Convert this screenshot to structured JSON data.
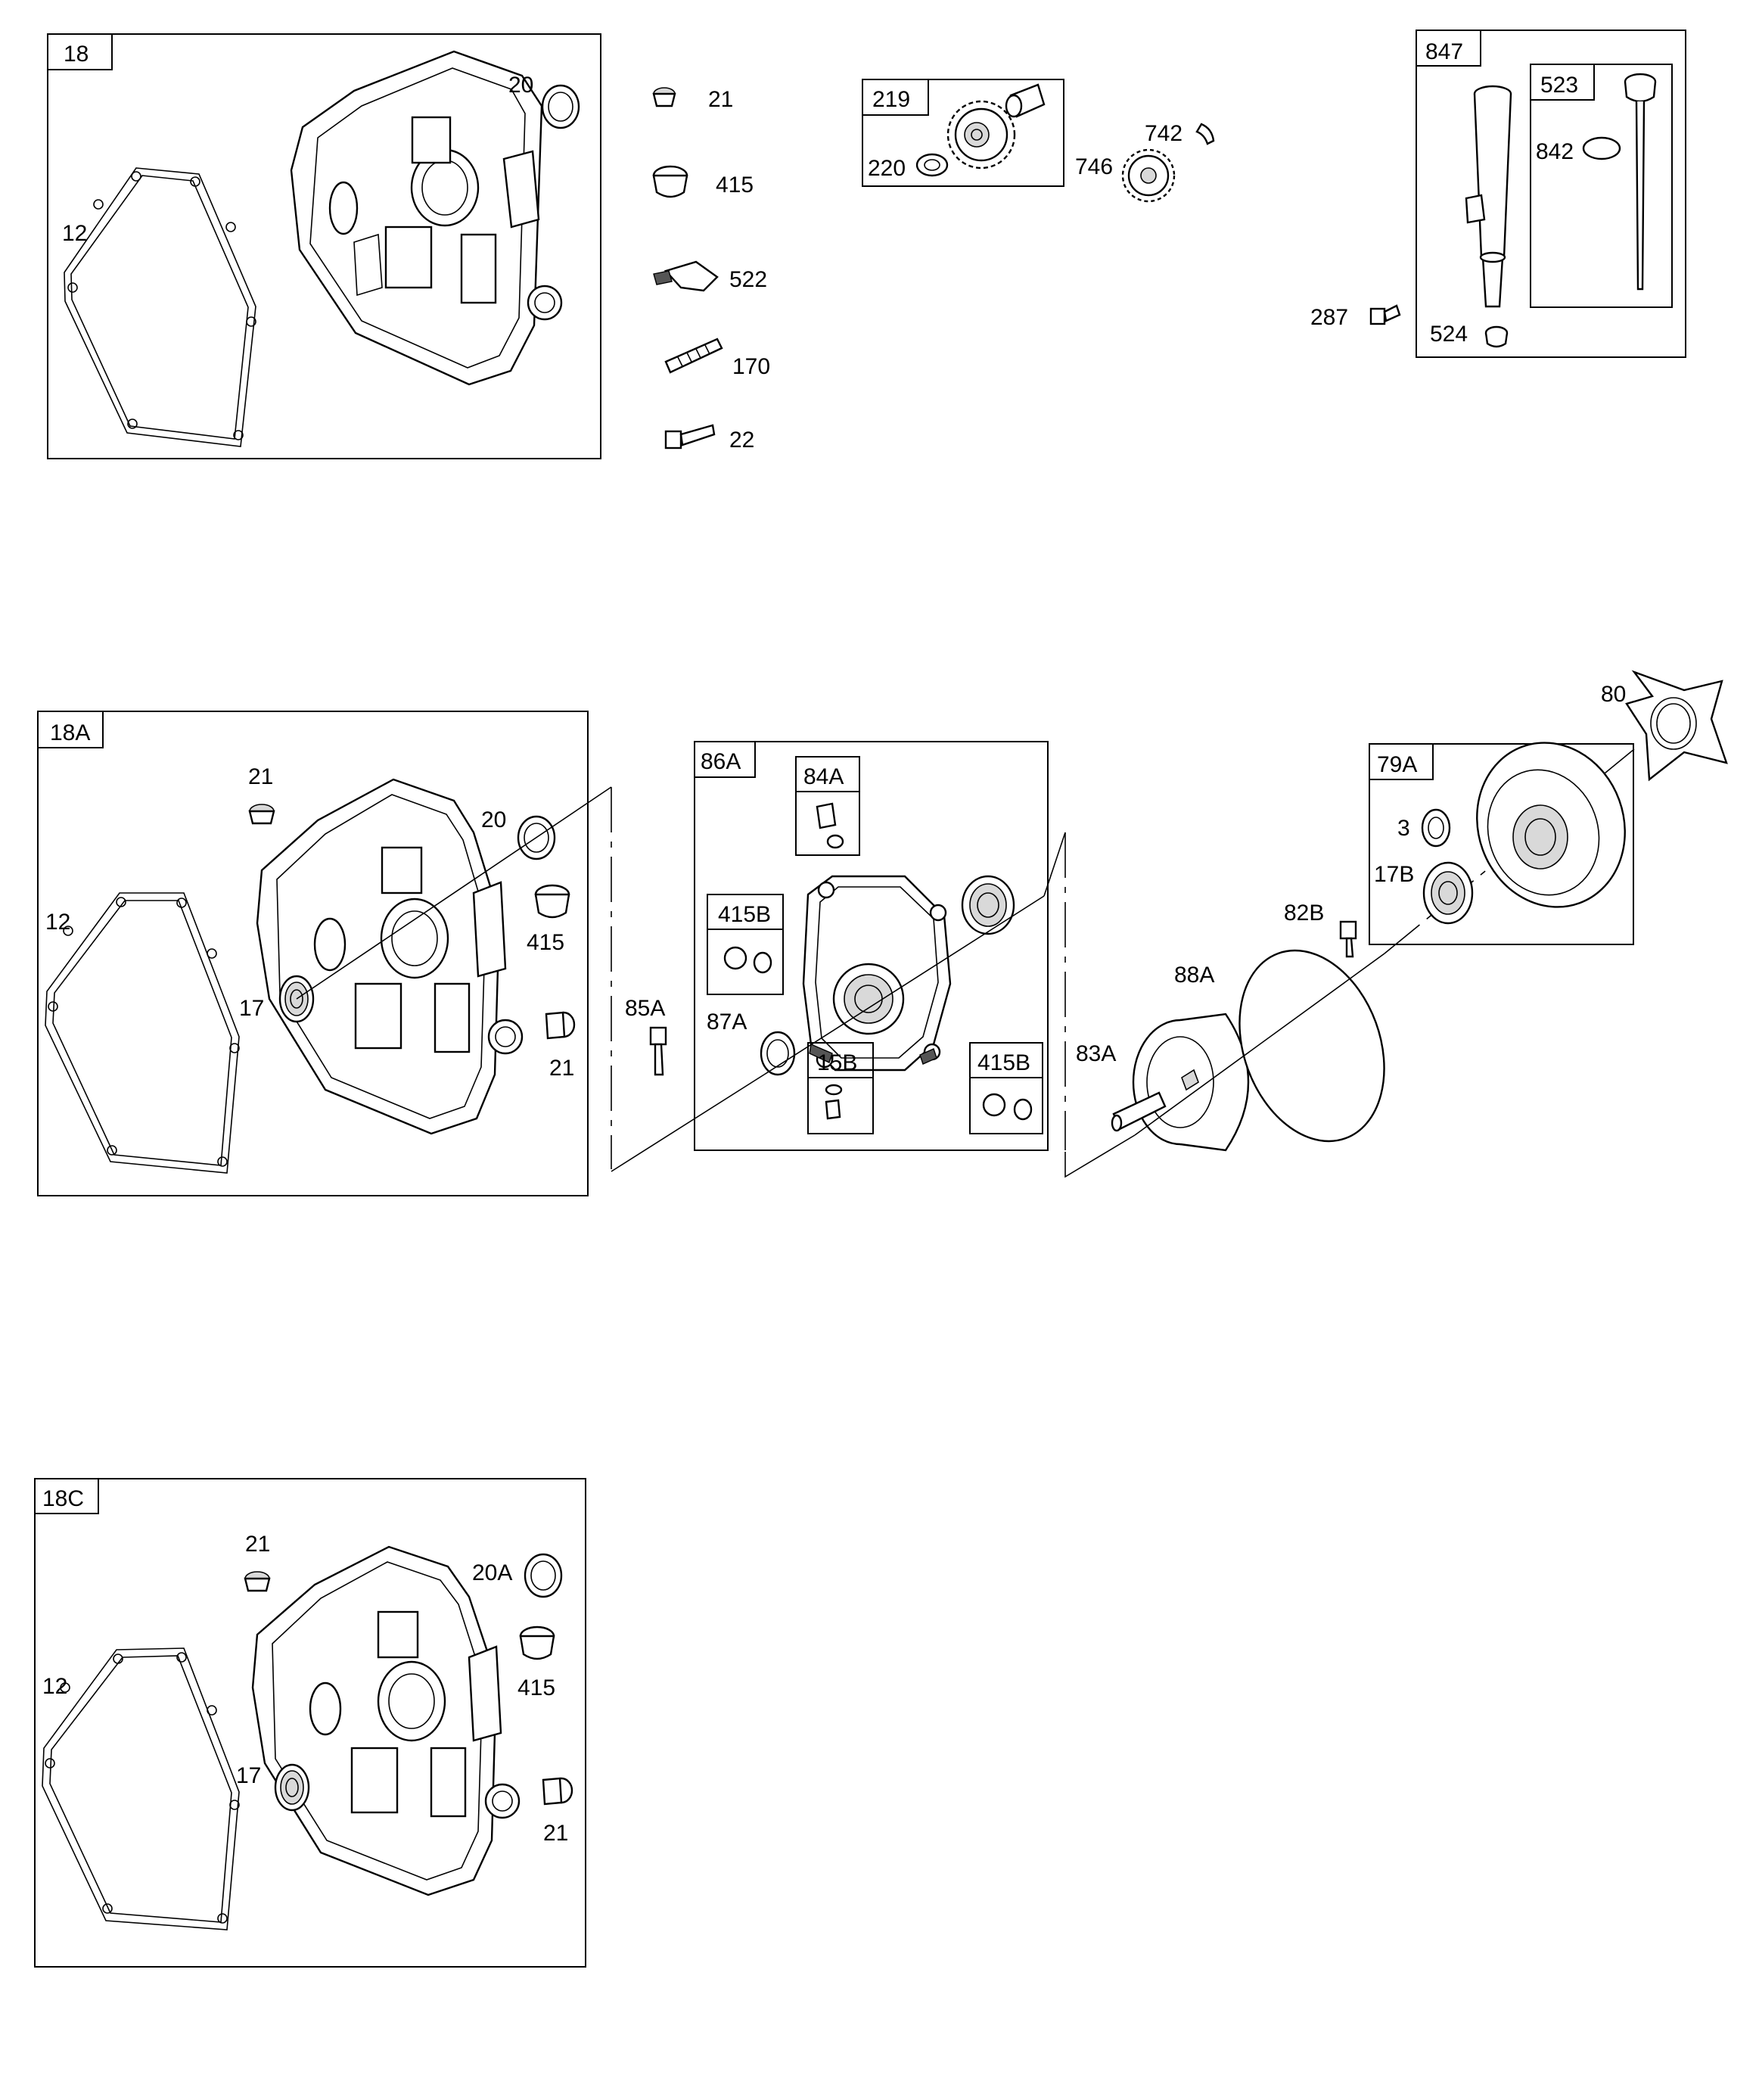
{
  "groups": {
    "g18": "18",
    "g219": "219",
    "g847": "847",
    "g523": "523",
    "g18a": "18A",
    "g86a": "86A",
    "g84a": "84A",
    "g415b_left": "415B",
    "g15b": "15B",
    "g415b_right": "415B",
    "g79a": "79A",
    "g18c": "18C"
  },
  "labels": {
    "p12_top": "12",
    "p20_top": "20",
    "p21_list": "21",
    "p415_list": "415",
    "p522": "522",
    "p170": "170",
    "p22": "22",
    "p220": "220",
    "p746": "746",
    "p742": "742",
    "p842": "842",
    "p287": "287",
    "p524": "524",
    "p21_18a": "21",
    "p20_18a": "20",
    "p12_18a": "12",
    "p415_18a": "415",
    "p17_18a": "17",
    "p21b_18a": "21",
    "p85a": "85A",
    "p87a": "87A",
    "p80": "80",
    "p3": "3",
    "p17b": "17B",
    "p82b": "82B",
    "p88a": "88A",
    "p83a": "83A",
    "p21_18c": "21",
    "p20a": "20A",
    "p12_18c": "12",
    "p415_18c": "415",
    "p17_18c": "17",
    "p21b_18c": "21"
  }
}
